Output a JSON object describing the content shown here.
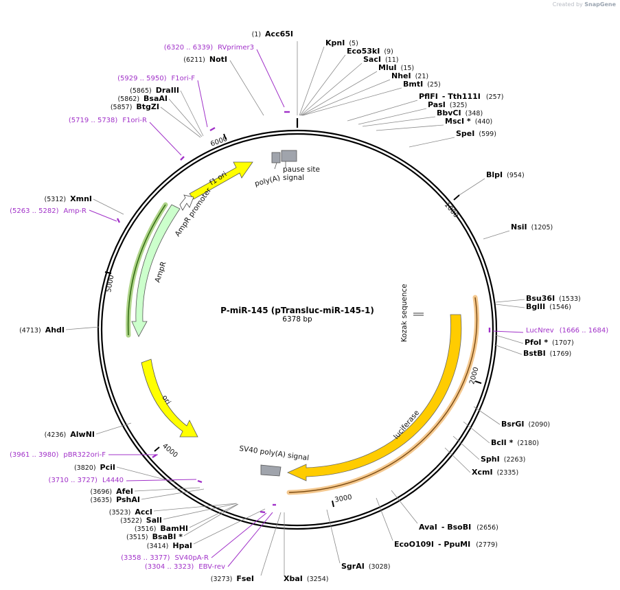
{
  "credit": {
    "prefix": "Created by",
    "brand": "SnapGene"
  },
  "plasmid": {
    "name": "P-miR-145 (pTransluc-miR-145-1)",
    "length_label": "6378 bp",
    "length": 6378
  },
  "ticks": [
    "1000",
    "2000",
    "3000",
    "4000",
    "5000",
    "6000"
  ],
  "enzymes": [
    {
      "id": "acc65i",
      "name": "Acc65I",
      "pos": "(1)",
      "side": "left"
    },
    {
      "id": "kpni",
      "name": "KpnI",
      "pos": "(5)",
      "side": "right"
    },
    {
      "id": "eco53ki",
      "name": "Eco53kI",
      "pos": "(9)",
      "side": "right"
    },
    {
      "id": "saci",
      "name": "SacI",
      "pos": "(11)",
      "side": "right"
    },
    {
      "id": "mlui",
      "name": "MluI",
      "pos": "(15)",
      "side": "right"
    },
    {
      "id": "nhei",
      "name": "NheI",
      "pos": "(21)",
      "side": "right"
    },
    {
      "id": "bmti",
      "name": "BmtI",
      "pos": "(25)",
      "side": "right"
    },
    {
      "id": "pflfi",
      "name": "PflFI",
      "name2": "Tth111I",
      "pos": "(257)",
      "side": "right"
    },
    {
      "id": "pasi",
      "name": "PasI",
      "pos": "(325)",
      "side": "right"
    },
    {
      "id": "bbvci",
      "name": "BbvCI",
      "pos": "(348)",
      "side": "right"
    },
    {
      "id": "msci",
      "name": "MscI *",
      "pos": "(440)",
      "side": "right"
    },
    {
      "id": "spei",
      "name": "SpeI",
      "pos": "(599)",
      "side": "right"
    },
    {
      "id": "blpi",
      "name": "BlpI",
      "pos": "(954)",
      "side": "right"
    },
    {
      "id": "nsii",
      "name": "NsiI",
      "pos": "(1205)",
      "side": "right"
    },
    {
      "id": "bsu36i",
      "name": "Bsu36I",
      "pos": "(1533)",
      "side": "right"
    },
    {
      "id": "bglii",
      "name": "BglII",
      "pos": "(1546)",
      "side": "right"
    },
    {
      "id": "pfoi",
      "name": "PfoI *",
      "pos": "(1707)",
      "side": "right"
    },
    {
      "id": "bstbi",
      "name": "BstBI",
      "pos": "(1769)",
      "side": "right"
    },
    {
      "id": "bsrgi",
      "name": "BsrGI",
      "pos": "(2090)",
      "side": "right"
    },
    {
      "id": "bcli",
      "name": "BclI *",
      "pos": "(2180)",
      "side": "right"
    },
    {
      "id": "sphi",
      "name": "SphI",
      "pos": "(2263)",
      "side": "right"
    },
    {
      "id": "xcmi",
      "name": "XcmI",
      "pos": "(2335)",
      "side": "right"
    },
    {
      "id": "avai",
      "name": "AvaI",
      "name2": "BsoBI",
      "pos": "(2656)",
      "side": "right"
    },
    {
      "id": "eco0109i",
      "name": "EcoO109I",
      "name2": "PpuMI",
      "pos": "(2779)",
      "side": "right"
    },
    {
      "id": "sgrai",
      "name": "SgrAI",
      "pos": "(3028)",
      "side": "right"
    },
    {
      "id": "xbai",
      "name": "XbaI",
      "pos": "(3254)",
      "side": "right"
    },
    {
      "id": "fsei",
      "name": "FseI",
      "pos": "(3273)",
      "side": "left"
    },
    {
      "id": "hpai",
      "name": "HpaI",
      "pos": "(3414)",
      "side": "left"
    },
    {
      "id": "bsabi",
      "name": "BsaBI *",
      "pos": "(3515)",
      "side": "left"
    },
    {
      "id": "bamhi",
      "name": "BamHI",
      "pos": "(3516)",
      "side": "left"
    },
    {
      "id": "sali",
      "name": "SalI",
      "pos": "(3522)",
      "side": "left"
    },
    {
      "id": "acci",
      "name": "AccI",
      "pos": "(3523)",
      "side": "left"
    },
    {
      "id": "pshai",
      "name": "PshAI",
      "pos": "(3635)",
      "side": "left"
    },
    {
      "id": "afei",
      "name": "AfeI",
      "pos": "(3696)",
      "side": "left"
    },
    {
      "id": "pcii",
      "name": "PciI",
      "pos": "(3820)",
      "side": "left"
    },
    {
      "id": "alwni",
      "name": "AlwNI",
      "pos": "(4236)",
      "side": "left"
    },
    {
      "id": "ahdi",
      "name": "AhdI",
      "pos": "(4713)",
      "side": "left"
    },
    {
      "id": "xmni",
      "name": "XmnI",
      "pos": "(5312)",
      "side": "left"
    },
    {
      "id": "btgzi",
      "name": "BtgZI",
      "pos": "(5857)",
      "side": "left"
    },
    {
      "id": "bsaai",
      "name": "BsaAI",
      "pos": "(5862)",
      "side": "left"
    },
    {
      "id": "draiii",
      "name": "DraIII",
      "pos": "(5865)",
      "side": "left"
    },
    {
      "id": "noti",
      "name": "NotI",
      "pos": "(6211)",
      "side": "left"
    }
  ],
  "primers": [
    {
      "id": "rvprimer3",
      "name": "RVprimer3",
      "range": "(6320 .. 6339)"
    },
    {
      "id": "f1ori-f",
      "name": "F1ori-F",
      "range": "(5929 .. 5950)"
    },
    {
      "id": "f1ori-r",
      "name": "F1ori-R",
      "range": "(5719 .. 5738)"
    },
    {
      "id": "amp-r",
      "name": "Amp-R",
      "range": "(5263 .. 5282)"
    },
    {
      "id": "lucnrev",
      "name": "LucNrev",
      "range": "(1666 .. 1684)"
    },
    {
      "id": "pbr322ori-f",
      "name": "pBR322ori-F",
      "range": "(3961 .. 3980)"
    },
    {
      "id": "l4440",
      "name": "L4440",
      "range": "(3710 .. 3727)"
    },
    {
      "id": "sv40pa-r",
      "name": "SV40pA-R",
      "range": "(3358 .. 3377)"
    },
    {
      "id": "ebv-rev",
      "name": "EBV-rev",
      "range": "(3304 .. 3323)"
    }
  ],
  "features": {
    "f1_ori": "f1 ori",
    "ampr_promoter": "AmpR promoter",
    "ampr": "AmpR",
    "ori": "ori",
    "luciferase": "luciferase",
    "kozak": "Kozak sequence",
    "poly_a": "poly(A)",
    "pause_site_line1": "pause site",
    "pause_site_line2": "signal",
    "sv40": "SV40 poly(A) signal"
  },
  "colors": {
    "backbone": "#000000",
    "f1_ori": "#ffff00",
    "ori": "#ffff00",
    "ampr": "#ccffcc",
    "ampr_halo": "#7ab83a",
    "luciferase": "#ffcc00",
    "luciferase_halo": "#f0b060",
    "promoter": "#ffffff",
    "signal_box": "#a0a4ac",
    "primer": "#a030c8",
    "cut_line": "#888888"
  }
}
